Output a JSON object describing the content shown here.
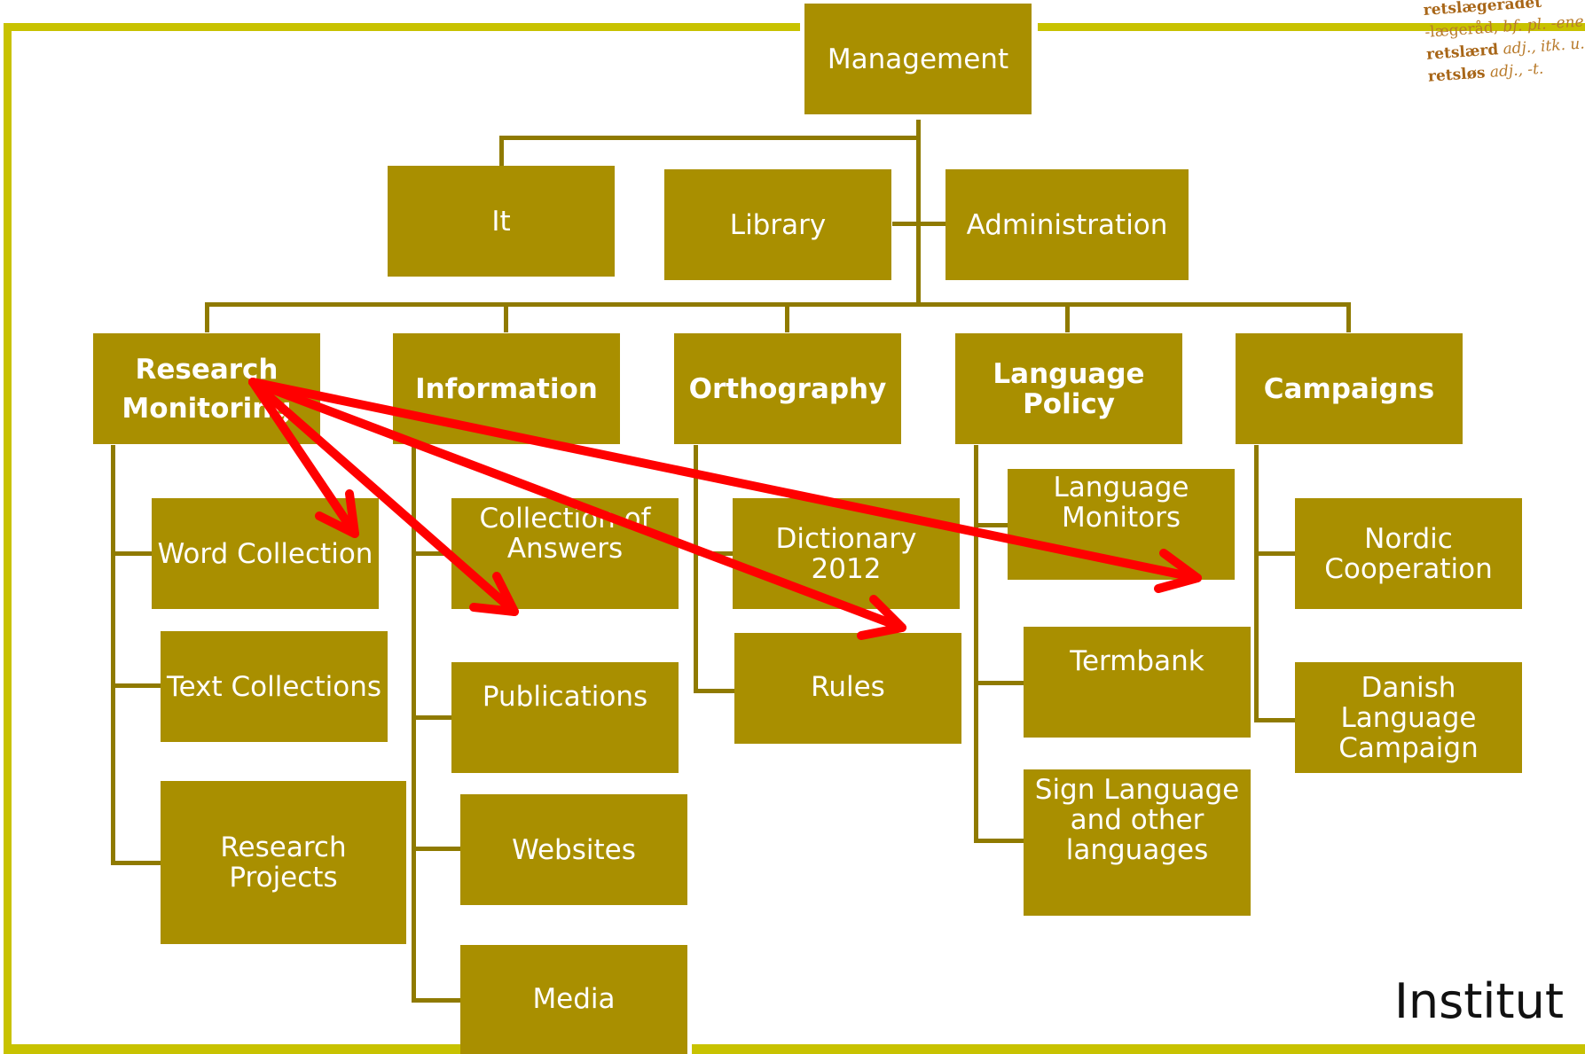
{
  "colors": {
    "box": "#a98f00",
    "frame": "#c8c200",
    "connector": "#8f7a00",
    "arrow": "#ff0000",
    "text": "#ffffff"
  },
  "org": {
    "management": "Management",
    "it": "It",
    "library": "Library",
    "administration": "Administration",
    "departments": [
      {
        "lines": [
          "Research",
          "Monitoring"
        ],
        "children": [
          {
            "lines": [
              "Word Collection"
            ]
          },
          {
            "lines": [
              "Text Collections"
            ]
          },
          {
            "lines": [
              "Research Projects"
            ]
          }
        ]
      },
      {
        "lines": [
          "Information"
        ],
        "children": [
          {
            "lines": [
              "Collection of",
              "Answers"
            ]
          },
          {
            "lines": [
              "Publications"
            ]
          },
          {
            "lines": [
              "Websites"
            ]
          },
          {
            "lines": [
              "Media"
            ]
          }
        ]
      },
      {
        "lines": [
          "Orthography"
        ],
        "children": [
          {
            "lines": [
              "Dictionary 2012"
            ]
          },
          {
            "lines": [
              "Rules"
            ]
          }
        ]
      },
      {
        "lines": [
          "Language Policy"
        ],
        "children": [
          {
            "lines": [
              "Language",
              "Monitors"
            ]
          },
          {
            "lines": [
              "Termbank"
            ]
          },
          {
            "lines": [
              "Sign Language",
              "and other",
              "languages"
            ]
          }
        ]
      },
      {
        "lines": [
          "Campaigns"
        ],
        "children": [
          {
            "lines": [
              "Nordic",
              "Cooperation"
            ]
          },
          {
            "lines": [
              "Danish Language",
              "Campaign"
            ]
          }
        ]
      }
    ]
  },
  "dictionary_snippet": {
    "line1": "retslægerådet",
    "line2_word": "-lægeråd,",
    "line2_rest": "bf. pl. -ene",
    "line3_word": "retslærd",
    "line3_rest": "adj., itk. u.",
    "line4_word": "retsløs",
    "line4_rest": "adj., -t."
  },
  "footer": "Institut"
}
